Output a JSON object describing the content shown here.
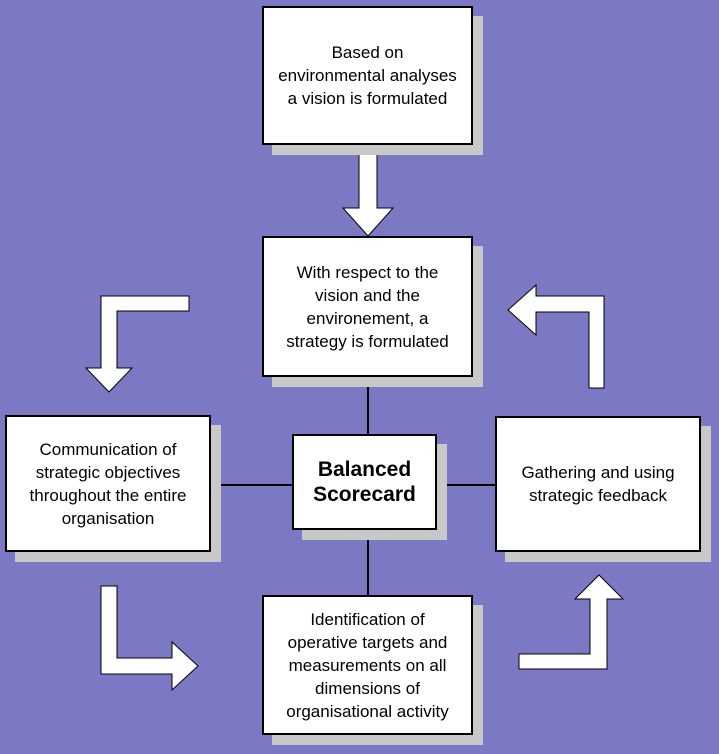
{
  "colors": {
    "background": "#7b78c4",
    "box_fill": "#ffffff",
    "box_border": "#000000",
    "box_shadow": "#c8c8c8",
    "arrow_fill": "#ffffff"
  },
  "diagram": {
    "center": {
      "label": "Balanced Scorecard"
    },
    "vision": {
      "label": "Based on environmental analyses a vision is formulated"
    },
    "strategy": {
      "label": "With respect to the vision and the environement, a strategy is formulated"
    },
    "communication": {
      "label": "Communication of strategic objectives throughout the entire organisation"
    },
    "targets": {
      "label": "Identification of operative targets and measurements on all dimensions of organisational activity"
    },
    "feedback": {
      "label": "Gathering and using strategic feedback"
    }
  }
}
